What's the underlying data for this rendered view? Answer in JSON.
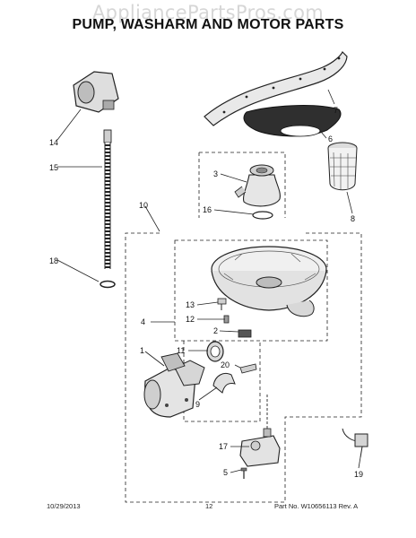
{
  "watermark": "AppliancePartsPros.com",
  "title": "PUMP, WASHARM AND MOTOR PARTS",
  "callouts": {
    "c1": "1",
    "c2": "2",
    "c3": "3",
    "c4": "4",
    "c5": "5",
    "c6": "6",
    "c7": "7",
    "c8": "8",
    "c9": "9",
    "c10": "10",
    "c11": "11",
    "c12": "12",
    "c13": "13",
    "c14": "14",
    "c15": "15",
    "c16": "16",
    "c17": "17",
    "c18": "18",
    "c19": "19",
    "c20": "20"
  },
  "footer": {
    "date": "10/29/2013",
    "page": "12",
    "part_no": "Part No. W10656113  Rev. A"
  }
}
